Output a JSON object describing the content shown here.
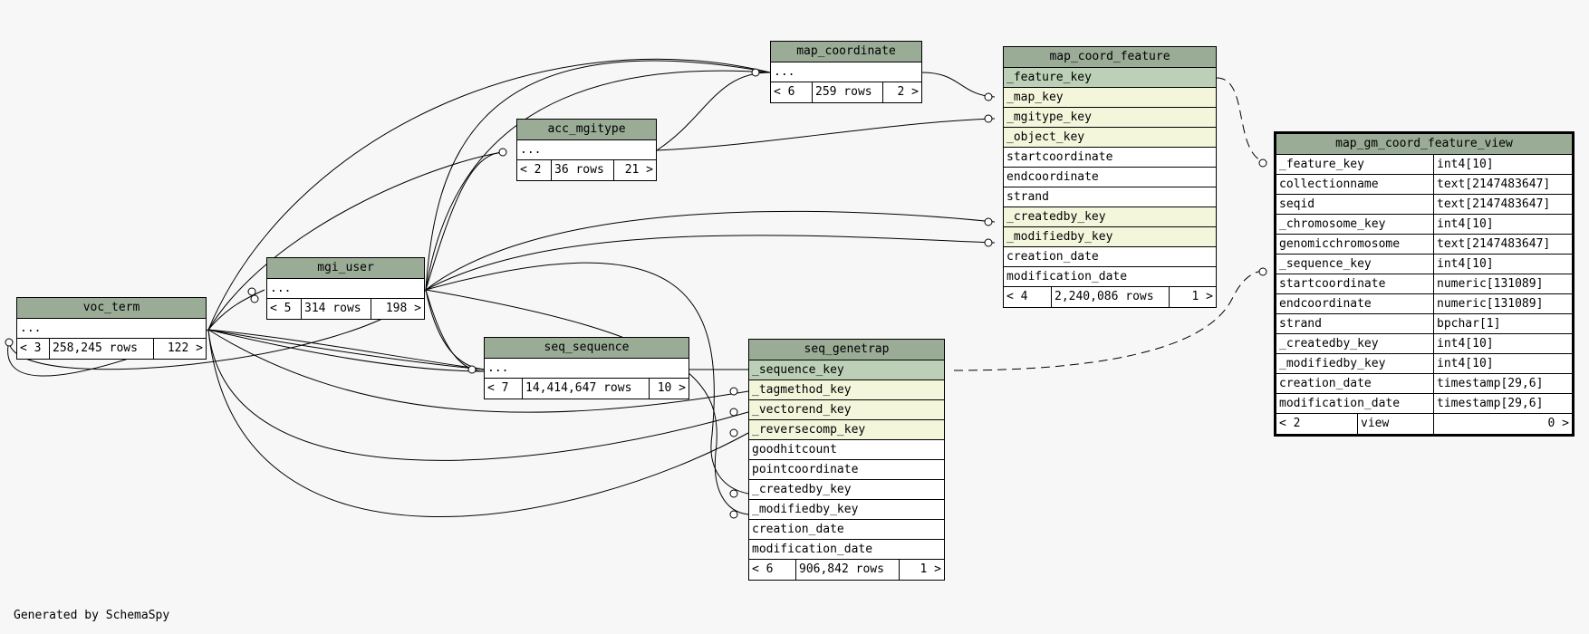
{
  "credit": "Generated by SchemaSpy",
  "tables": {
    "voc_term": {
      "name": "voc_term",
      "body": "...",
      "footer": [
        "< 3",
        "258,245 rows",
        "122 >"
      ]
    },
    "mgi_user": {
      "name": "mgi_user",
      "body": "...",
      "footer": [
        "< 5",
        "314 rows",
        "198 >"
      ]
    },
    "acc_mgitype": {
      "name": "acc_mgitype",
      "body": "...",
      "footer": [
        "< 2",
        "36 rows",
        "21 >"
      ]
    },
    "map_coordinate": {
      "name": "map_coordinate",
      "body": "...",
      "footer": [
        "< 6",
        "259 rows",
        "2 >"
      ]
    },
    "seq_sequence": {
      "name": "seq_sequence",
      "body": "...",
      "footer": [
        "< 7",
        "14,414,647 rows",
        "10 >"
      ]
    },
    "map_coord_feature": {
      "name": "map_coord_feature",
      "columns": [
        "_feature_key",
        "_map_key",
        "_mgitype_key",
        "_object_key",
        "startcoordinate",
        "endcoordinate",
        "strand",
        "_createdby_key",
        "_modifiedby_key",
        "creation_date",
        "modification_date"
      ],
      "column_kinds": [
        "pk",
        "fk",
        "fk",
        "fk",
        "",
        "",
        "",
        "fk",
        "fk",
        "",
        ""
      ],
      "footer": [
        "< 4",
        "2,240,086 rows",
        "1 >"
      ]
    },
    "seq_genetrap": {
      "name": "seq_genetrap",
      "columns": [
        "_sequence_key",
        "_tagmethod_key",
        "_vectorend_key",
        "_reversecomp_key",
        "goodhitcount",
        "pointcoordinate",
        "_createdby_key",
        "_modifiedby_key",
        "creation_date",
        "modification_date"
      ],
      "column_kinds": [
        "pk",
        "fk",
        "fk",
        "fk",
        "",
        "",
        "",
        "",
        "",
        ""
      ],
      "footer": [
        "< 6",
        "906,842 rows",
        "1 >"
      ]
    },
    "map_gm_coord_feature_view": {
      "name": "map_gm_coord_feature_view",
      "columns": [
        {
          "name": "_feature_key",
          "type": "int4[10]"
        },
        {
          "name": "collectionname",
          "type": "text[2147483647]"
        },
        {
          "name": "seqid",
          "type": "text[2147483647]"
        },
        {
          "name": "_chromosome_key",
          "type": "int4[10]"
        },
        {
          "name": "genomicchromosome",
          "type": "text[2147483647]"
        },
        {
          "name": "_sequence_key",
          "type": "int4[10]"
        },
        {
          "name": "startcoordinate",
          "type": "numeric[131089]"
        },
        {
          "name": "endcoordinate",
          "type": "numeric[131089]"
        },
        {
          "name": "strand",
          "type": "bpchar[1]"
        },
        {
          "name": "_createdby_key",
          "type": "int4[10]"
        },
        {
          "name": "_modifiedby_key",
          "type": "int4[10]"
        },
        {
          "name": "creation_date",
          "type": "timestamp[29,6]"
        },
        {
          "name": "modification_date",
          "type": "timestamp[29,6]"
        }
      ],
      "footer": [
        "< 2",
        "view",
        "0 >"
      ]
    }
  }
}
